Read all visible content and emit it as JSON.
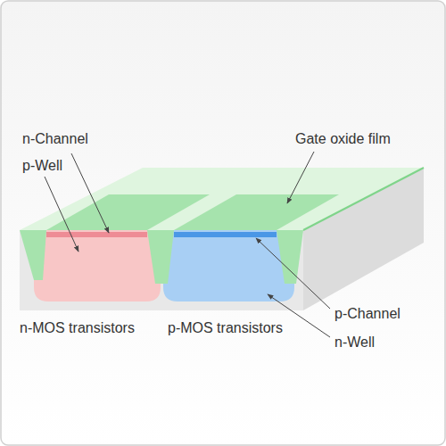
{
  "diagram": {
    "labels": [
      "n-Channel",
      "p-Well",
      "Gate oxide film",
      "n-MOS transistors",
      "p-MOS transistors",
      "p-Channel",
      "n-Well"
    ]
  }
}
